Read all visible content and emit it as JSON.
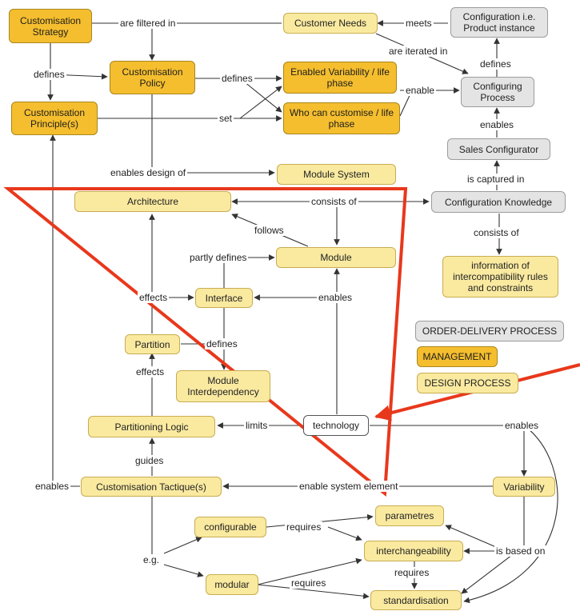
{
  "nodes": {
    "customisation_strategy": "Customisation Strategy",
    "customisation_policy": "Customisation Policy",
    "customisation_principles": "Customisation Principle(s)",
    "customer_needs": "Customer Needs",
    "configuration_instance": "Configuration i.e. Product instance",
    "enabled_variability": "Enabled Variability / life phase",
    "who_can_customise": "Who can customise / life phase",
    "configuring_process": "Configuring Process",
    "sales_configurator": "Sales Configurator",
    "module_system": "Module System",
    "architecture": "Architecture",
    "configuration_knowledge": "Configuration Knowledge",
    "module": "Module",
    "interface": "Interface",
    "information_constraints": "information of intercompatibility rules and constraints",
    "partition": "Partition",
    "module_interdependency": "Module Interdependency",
    "partitioning_logic": "Partitioning Logic",
    "technology": "technology",
    "customisation_tactique": "Customisation Tactique(s)",
    "variability": "Variability",
    "parametres": "parametres",
    "configurable": "configurable",
    "interchangeability": "interchangeability",
    "modular": "modular",
    "standardisation": "standardisation"
  },
  "legend": {
    "order_delivery": "ORDER-DELIVERY PROCESS",
    "management": "MANAGEMENT",
    "design_process": "DESIGN PROCESS"
  },
  "links": {
    "are_filtered_in": "are filtered in",
    "meets": "meets",
    "are_iterated_in": "are iterated in",
    "defines_left": "defines",
    "defines_policy": "defines",
    "defines_config": "defines",
    "enable_config": "enable",
    "set": "set",
    "enables_sales": "enables",
    "is_captured_in": "is captured in",
    "enables_design_of": "enables design of",
    "consists_of_arch": "consists of",
    "consists_of_knowledge": "consists of",
    "follows": "follows",
    "partly_defines": "partly defines",
    "effects_interface": "effects",
    "enables_module": "enables",
    "defines_interdep": "defines",
    "effects_partition": "effects",
    "limits": "limits",
    "enables_variability": "enables",
    "guides": "guides",
    "enables_principle": "enables",
    "enable_system_element": "enable system element",
    "requires_configurable": "requires",
    "eg": "e.g.",
    "is_based_on": "is based on",
    "requires_interchange": "requires",
    "requires_modular": "requires"
  },
  "colors": {
    "management": "#f5be2e",
    "design_process": "#faeaa0",
    "order_delivery": "#e4e4e4",
    "highlight": "#e8381c",
    "line": "#333333"
  }
}
